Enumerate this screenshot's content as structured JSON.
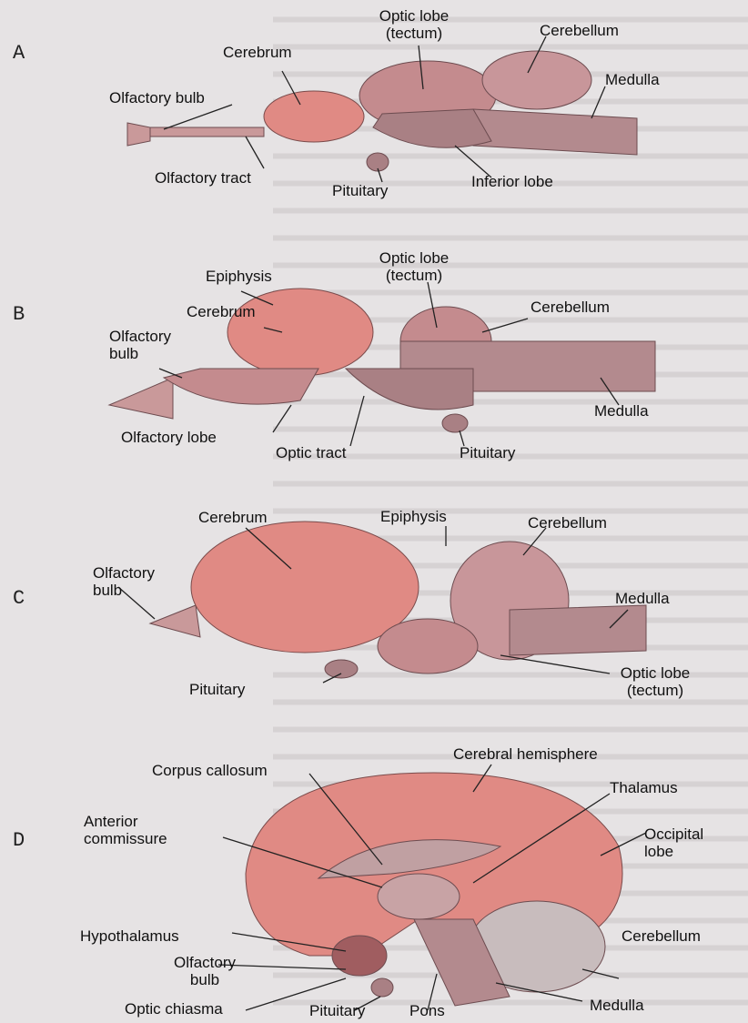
{
  "panels": [
    {
      "letter": "A",
      "labels": {
        "optic_lobe": "Optic lobe",
        "optic_lobe_sub": "(tectum)",
        "cerebellum": "Cerebellum",
        "cerebrum": "Cerebrum",
        "medulla": "Medulla",
        "olfactory_bulb": "Olfactory bulb",
        "olfactory_tract": "Olfactory tract",
        "pituitary": "Pituitary",
        "inferior_lobe": "Inferior lobe"
      }
    },
    {
      "letter": "B",
      "labels": {
        "optic_lobe": "Optic lobe",
        "optic_lobe_sub": "(tectum)",
        "epiphysis": "Epiphysis",
        "cerebrum": "Cerebrum",
        "cerebellum": "Cerebellum",
        "olfactory": "Olfactory",
        "bulb": "bulb",
        "medulla": "Medulla",
        "olfactory_lobe": "Olfactory lobe",
        "optic_tract": "Optic tract",
        "pituitary": "Pituitary"
      }
    },
    {
      "letter": "C",
      "labels": {
        "cerebrum": "Cerebrum",
        "epiphysis": "Epiphysis",
        "cerebellum": "Cerebellum",
        "olfactory": "Olfactory",
        "bulb": "bulb",
        "medulla": "Medulla",
        "pituitary": "Pituitary",
        "optic_lobe": "Optic lobe",
        "optic_lobe_sub": "(tectum)"
      }
    },
    {
      "letter": "D",
      "labels": {
        "cerebral_hemisphere": "Cerebral hemisphere",
        "corpus_callosum": "Corpus callosum",
        "thalamus": "Thalamus",
        "anterior": "Anterior",
        "commissure": "commissure",
        "occipital": "Occipital",
        "lobe": "lobe",
        "hypothalamus": "Hypothalamus",
        "cerebellum": "Cerebellum",
        "olfactory": "Olfactory",
        "bulb": "bulb",
        "medulla": "Medulla",
        "optic_chiasma": "Optic chiasma",
        "pituitary": "Pituitary",
        "pons": "Pons"
      }
    }
  ],
  "colors": {
    "brain_pink": "#e08a84",
    "brain_mauve": "#b8898b",
    "brain_dark": "#8a6468",
    "leader_line": "#222222"
  }
}
